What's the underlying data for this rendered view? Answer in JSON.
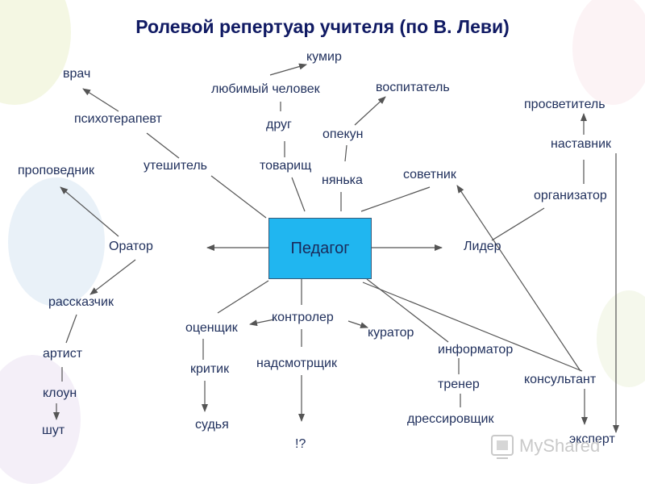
{
  "title": "Ролевой репертуар учителя (по В. Леви)",
  "center": "Педагог",
  "roles": {
    "kumir": "кумир",
    "vrach": "врач",
    "lyubimy": "любимый человек",
    "vospitatel": "воспитатель",
    "prosvetitel": "просветитель",
    "psihoterapevt": "психотерапевт",
    "drug": "друг",
    "opekun": "опекун",
    "nastavnik": "наставник",
    "propovednik": "проповедник",
    "uteshitel": "утешитель",
    "tovarisch": "товарищ",
    "nyanka": "нянька",
    "sovetnik": "советник",
    "organizator": "организатор",
    "orator": "Оратор",
    "lider": "Лидер",
    "rasskazchik": "рассказчик",
    "kontroler": "контролер",
    "ocenschik": "оценщик",
    "kurator": "куратор",
    "artist": "артист",
    "informator": "информатор",
    "kritik": "критик",
    "nadsmotrschik": "надсмотрщик",
    "konsultant": "консультант",
    "trener": "тренер",
    "kloun": "клоун",
    "dressirovschik": "дрессировщик",
    "sudya": "судья",
    "shut": "шут",
    "ekspert": "эксперт",
    "question": "!?"
  },
  "watermark": "MyShared",
  "colors": {
    "title": "#101a63",
    "box_fill": "#20b6f0",
    "line": "#555555",
    "text": "#1f2f5c"
  }
}
